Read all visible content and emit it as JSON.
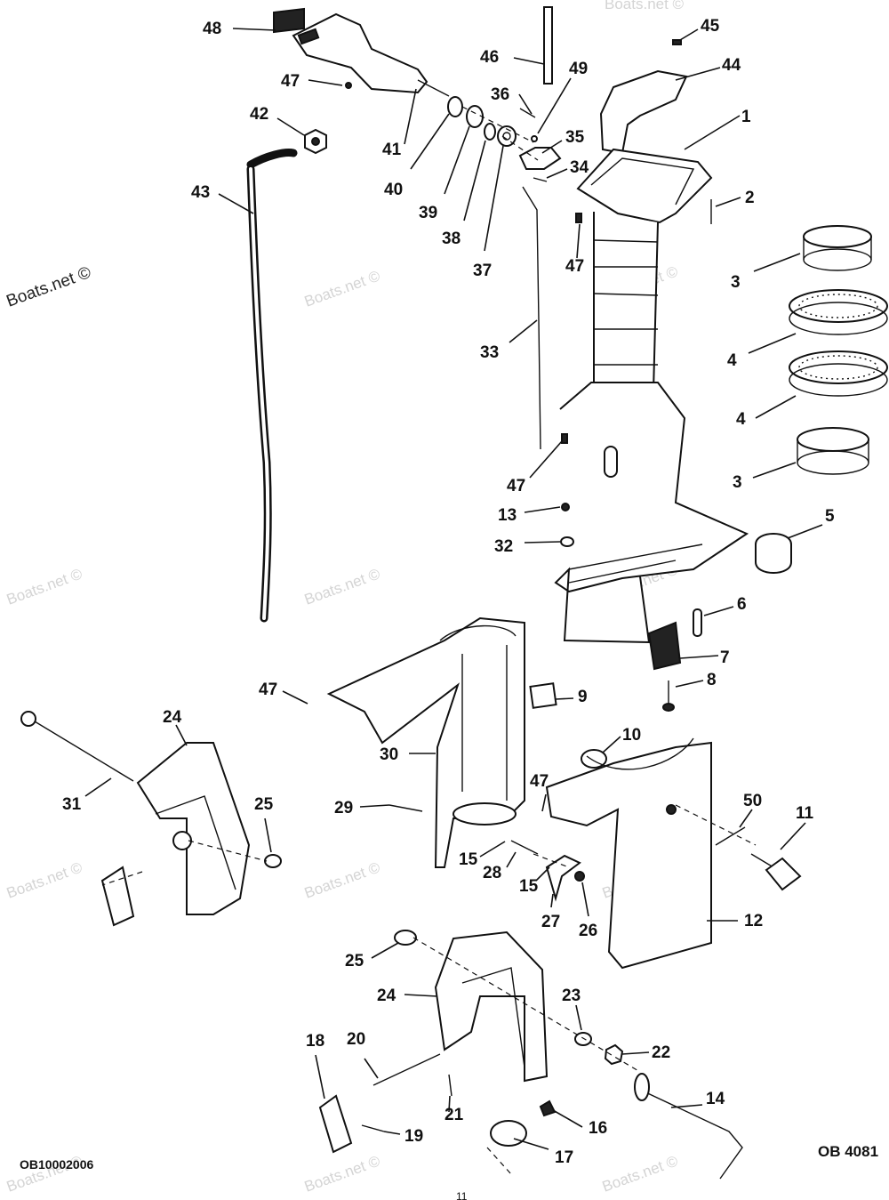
{
  "diagram": {
    "watermark_main": "Boats.net ©",
    "watermark_faint": "Boats.net ©",
    "doc_code_left": "OB10002006",
    "doc_code_right": "OB 4081",
    "page_number": "11",
    "labels": [
      {
        "id": "1",
        "text": "1"
      },
      {
        "id": "2",
        "text": "2"
      },
      {
        "id": "3a",
        "text": "3"
      },
      {
        "id": "3b",
        "text": "3"
      },
      {
        "id": "4a",
        "text": "4"
      },
      {
        "id": "4b",
        "text": "4"
      },
      {
        "id": "5",
        "text": "5"
      },
      {
        "id": "6",
        "text": "6"
      },
      {
        "id": "7",
        "text": "7"
      },
      {
        "id": "8",
        "text": "8"
      },
      {
        "id": "9",
        "text": "9"
      },
      {
        "id": "10",
        "text": "10"
      },
      {
        "id": "11",
        "text": "11"
      },
      {
        "id": "12",
        "text": "12"
      },
      {
        "id": "13",
        "text": "13"
      },
      {
        "id": "14",
        "text": "14"
      },
      {
        "id": "15a",
        "text": "15"
      },
      {
        "id": "15b",
        "text": "15"
      },
      {
        "id": "16",
        "text": "16"
      },
      {
        "id": "17",
        "text": "17"
      },
      {
        "id": "18",
        "text": "18"
      },
      {
        "id": "19",
        "text": "19"
      },
      {
        "id": "20",
        "text": "20"
      },
      {
        "id": "21",
        "text": "21"
      },
      {
        "id": "22",
        "text": "22"
      },
      {
        "id": "23",
        "text": "23"
      },
      {
        "id": "24a",
        "text": "24"
      },
      {
        "id": "24b",
        "text": "24"
      },
      {
        "id": "25a",
        "text": "25"
      },
      {
        "id": "25b",
        "text": "25"
      },
      {
        "id": "26",
        "text": "26"
      },
      {
        "id": "27",
        "text": "27"
      },
      {
        "id": "28",
        "text": "28"
      },
      {
        "id": "29",
        "text": "29"
      },
      {
        "id": "30",
        "text": "30"
      },
      {
        "id": "31",
        "text": "31"
      },
      {
        "id": "32",
        "text": "32"
      },
      {
        "id": "33",
        "text": "33"
      },
      {
        "id": "34",
        "text": "34"
      },
      {
        "id": "35",
        "text": "35"
      },
      {
        "id": "36",
        "text": "36"
      },
      {
        "id": "37",
        "text": "37"
      },
      {
        "id": "38",
        "text": "38"
      },
      {
        "id": "39",
        "text": "39"
      },
      {
        "id": "40",
        "text": "40"
      },
      {
        "id": "41",
        "text": "41"
      },
      {
        "id": "42",
        "text": "42"
      },
      {
        "id": "43",
        "text": "43"
      },
      {
        "id": "44",
        "text": "44"
      },
      {
        "id": "45",
        "text": "45"
      },
      {
        "id": "46",
        "text": "46"
      },
      {
        "id": "47a",
        "text": "47"
      },
      {
        "id": "47b",
        "text": "47"
      },
      {
        "id": "47c",
        "text": "47"
      },
      {
        "id": "47d",
        "text": "47"
      },
      {
        "id": "47e",
        "text": "47"
      },
      {
        "id": "48",
        "text": "48"
      },
      {
        "id": "49",
        "text": "49"
      },
      {
        "id": "50",
        "text": "50"
      }
    ]
  }
}
